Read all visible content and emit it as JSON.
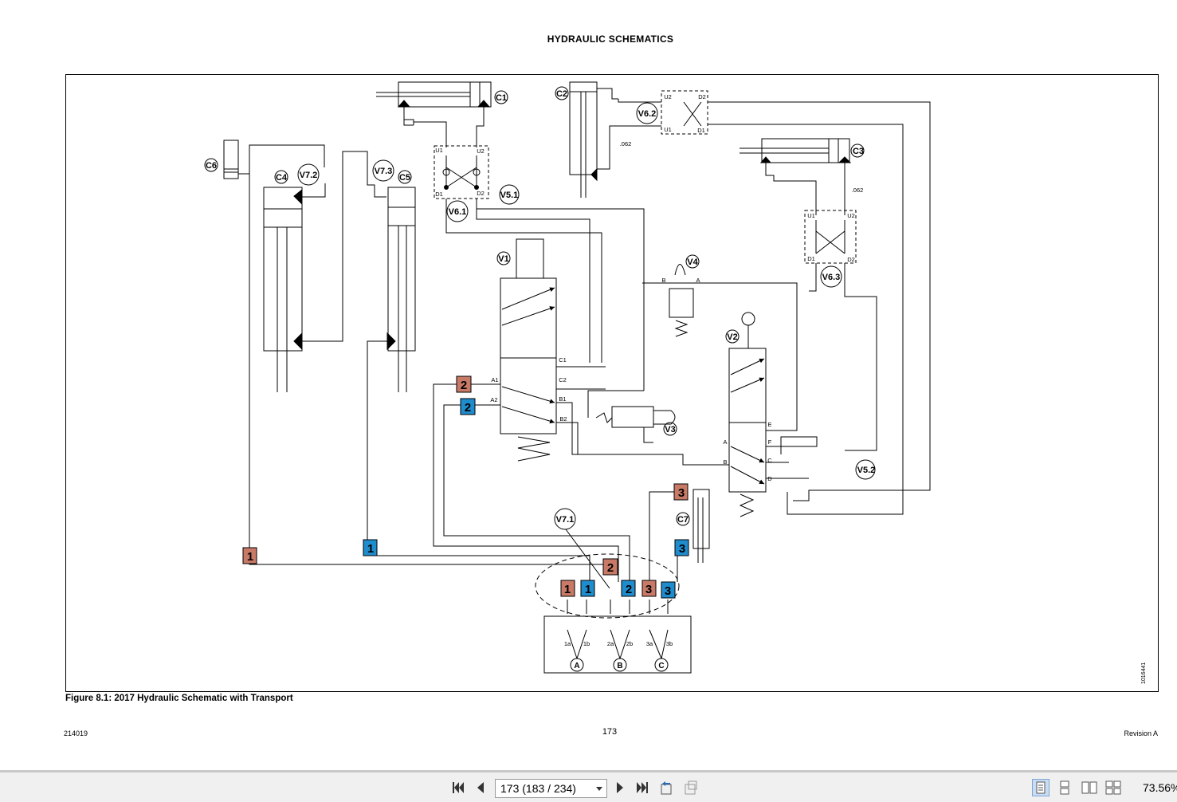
{
  "document": {
    "header_title": "HYDRAULIC SCHEMATICS",
    "figure_caption": "Figure 8.1: 2017 Hydraulic Schematic with Transport",
    "footer_left": "214019",
    "page_number": "173",
    "footer_right": "Revision A",
    "side_doc_number": "1016441"
  },
  "diagram": {
    "component_labels": [
      "C1",
      "C2",
      "C3",
      "C4",
      "C5",
      "C6",
      "C7",
      "V1",
      "V2",
      "V3",
      "V4",
      "V5.1",
      "V5.2",
      "V6.1",
      "V6.2",
      "V6.3",
      "V7.1",
      "V7.2",
      "V7.3"
    ],
    "port_labels": [
      "U1",
      "U2",
      "D1",
      "D2",
      "A1",
      "A2",
      "B1",
      "B2",
      "C1",
      "C2",
      "A",
      "B",
      "C",
      "D",
      "E",
      "F"
    ],
    "orifice_label": ".062",
    "hose_tags": [
      {
        "text": "1",
        "color": "#c87a67"
      },
      {
        "text": "1",
        "color": "#1f8ccd"
      },
      {
        "text": "2",
        "color": "#c87a67"
      },
      {
        "text": "2",
        "color": "#1f8ccd"
      },
      {
        "text": "3",
        "color": "#c87a67"
      },
      {
        "text": "3",
        "color": "#1f8ccd"
      }
    ],
    "coupler_labels": [
      "1a",
      "1b",
      "2a",
      "2b",
      "3a",
      "3b"
    ],
    "coupler_groups": [
      "A",
      "B",
      "C"
    ],
    "line_color": "#000000",
    "red_tag_color": "#c87a67",
    "blue_tag_color": "#1f8ccd"
  },
  "toolbar": {
    "page_selector_value": "173 (183 / 234)",
    "zoom_level": "73.56%",
    "icons": [
      "first-page-icon",
      "previous-page-icon",
      "next-page-icon",
      "last-page-icon",
      "previous-view-icon",
      "next-view-icon",
      "single-page-view-icon",
      "continuous-view-icon",
      "two-page-view-icon",
      "two-page-continuous-view-icon"
    ]
  }
}
